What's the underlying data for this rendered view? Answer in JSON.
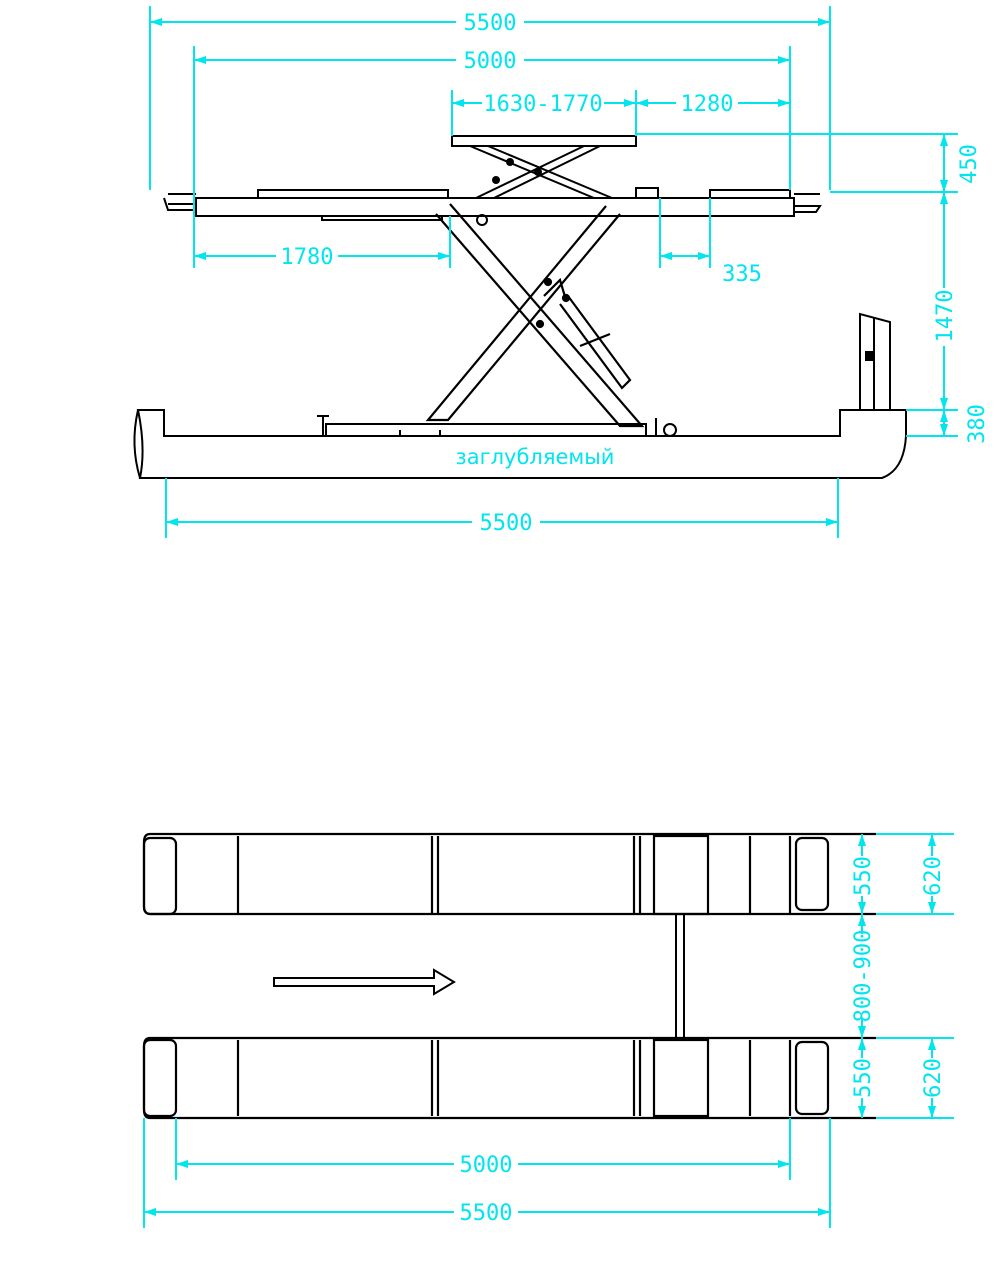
{
  "colors": {
    "dimension": "#00e5ee",
    "outline": "#000000",
    "background": "#ffffff"
  },
  "side_view": {
    "dims": {
      "overall_length": "5500",
      "platform_length": "5000",
      "table_range": "1630-1770",
      "table_offset": "1280",
      "front_offset": "1780",
      "rear_offset": "335",
      "table_height": "450",
      "lift_height": "1470",
      "pit_depth": "380",
      "pit_length": "5500"
    },
    "pit_label": "заглубляемый"
  },
  "top_view": {
    "dims": {
      "upper_inner_width": "550",
      "upper_outer_width": "620",
      "gap": "800-900",
      "lower_inner_width": "550",
      "lower_outer_width": "620",
      "platform_length": "5000",
      "overall_length": "5500"
    }
  }
}
